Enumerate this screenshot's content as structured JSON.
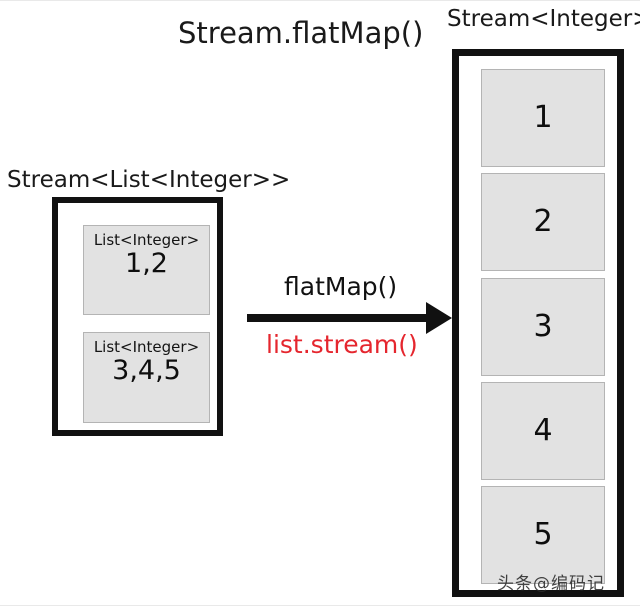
{
  "diagram": {
    "title": "Stream.flatMap()",
    "source": {
      "label": "Stream<List<Integer>>",
      "cells": [
        {
          "type": "List<Integer>",
          "values": "1,2"
        },
        {
          "type": "List<Integer>",
          "values": "3,4,5"
        }
      ]
    },
    "transform": {
      "top_label": "flatMap()",
      "bottom_label": "list.stream()",
      "bottom_label_color": "#e5262e",
      "arrow_icon": "right-arrow-icon"
    },
    "result": {
      "label": "Stream<Integer>",
      "cells": [
        "1",
        "2",
        "3",
        "4",
        "5"
      ]
    },
    "watermark": "头条@编码记",
    "colors": {
      "border": "#111111",
      "cell_fill": "#e2e2e2",
      "cell_border": "#b4b4b4",
      "text": "#1a1a1a",
      "accent_red": "#e5262e",
      "background": "#ffffff"
    }
  }
}
